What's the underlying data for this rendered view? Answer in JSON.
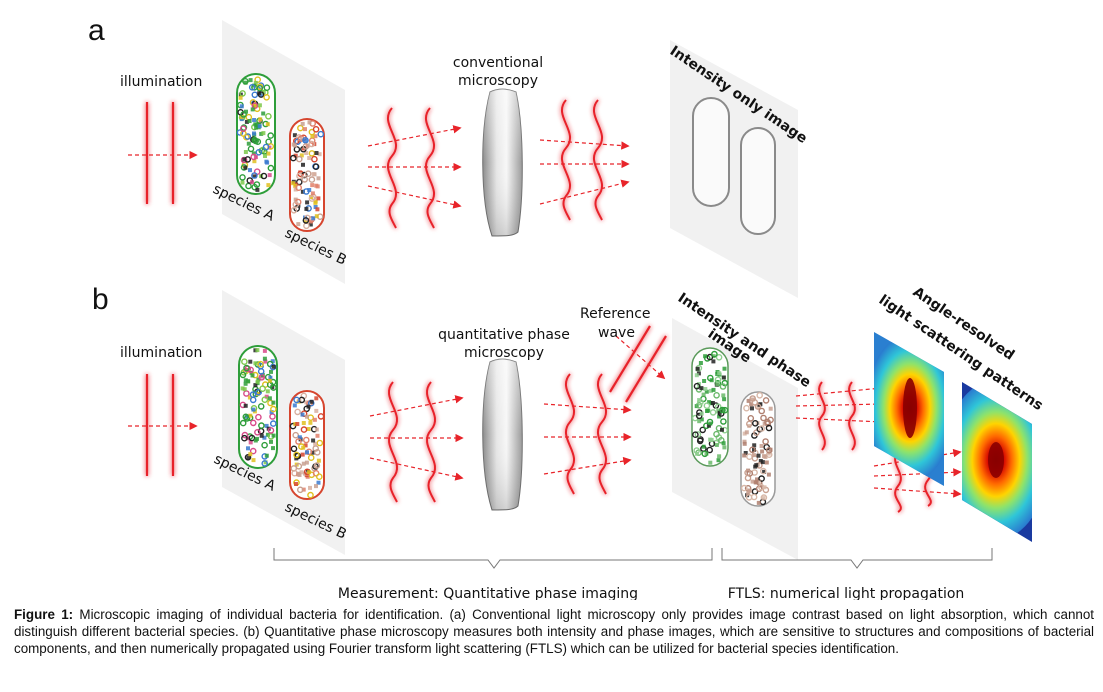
{
  "panel_a": {
    "letter": "a",
    "illumination": "illumination",
    "microscope": [
      "conventional",
      "microscopy"
    ],
    "species_a": "species A",
    "species_b": "species B",
    "result": "Intensity only image"
  },
  "panel_b": {
    "letter": "b",
    "illumination": "illumination",
    "microscope": [
      "quantitative phase",
      "microscopy"
    ],
    "species_a": "species A",
    "species_b": "species B",
    "reference": [
      "Reference",
      "wave"
    ],
    "result": [
      "Intensity and phase",
      "image"
    ],
    "patterns": [
      "Angle-resolved",
      "light scattering patterns"
    ]
  },
  "brackets": {
    "measurement": "Measurement: Quantitative phase imaging",
    "ftls": "FTLS: numerical light propagation"
  },
  "caption": {
    "label": "Figure 1:",
    "text": " Microscopic imaging of individual bacteria for identification. (a) Conventional light microscopy only provides image contrast based on light absorption, which cannot distinguish different bacterial species. (b) Quantitative phase microscopy measures both intensity and phase images, which are sensitive to structures and compositions of bacterial components, and then numerically propagated using Fourier transform light scattering (FTLS) which can be utilized for bacterial species identification."
  },
  "colors": {
    "beam": "#e8242a",
    "species_a": "#2e9e3a",
    "species_b": "#d6452e",
    "plane": "#f1f1f1"
  }
}
